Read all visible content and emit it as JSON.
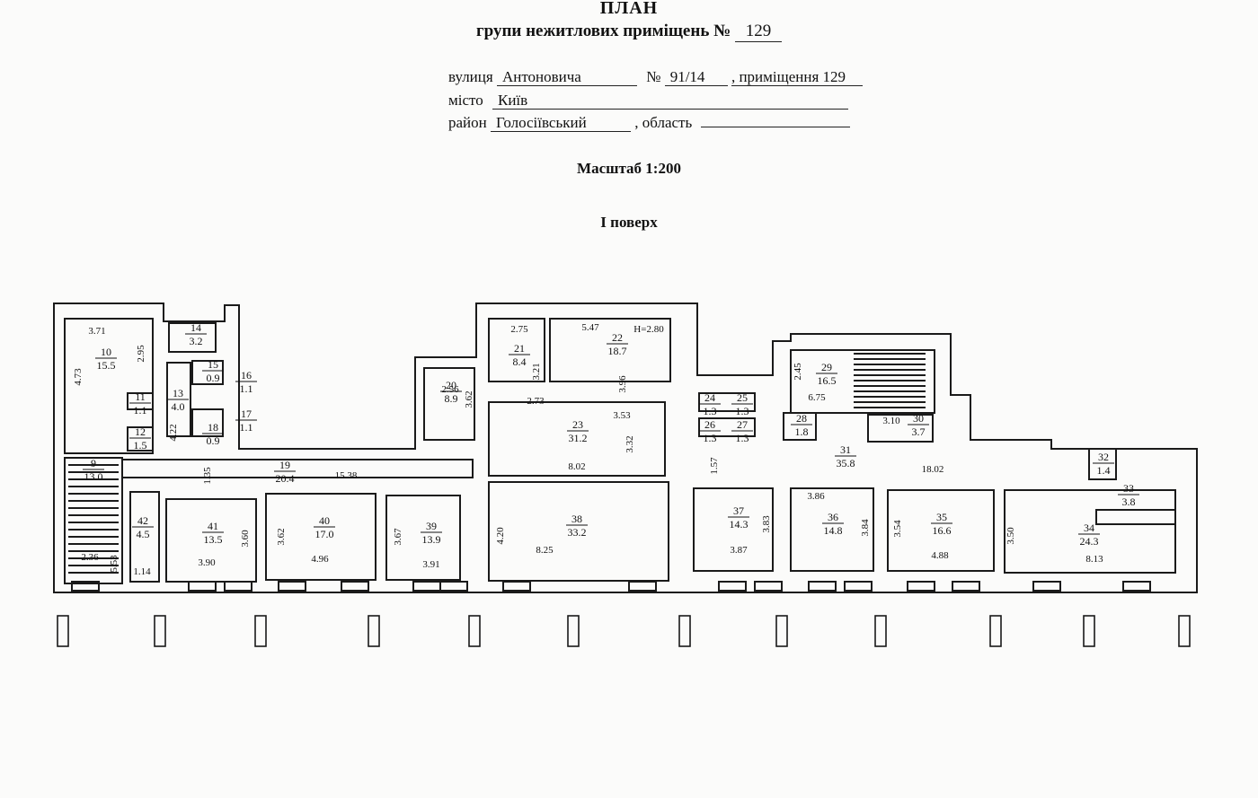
{
  "header": {
    "title": "ПЛАН",
    "subtitle_prefix": "групи нежитлових приміщень №",
    "group_number": "129"
  },
  "address": {
    "street_label": "вулиця",
    "street_value": "Антоновича",
    "number_label": "№",
    "number_value": "91/14",
    "premises_label": ", приміщення 129",
    "city_label": "місто",
    "city_value": "Київ",
    "district_label": "район",
    "district_value": "Голосіївський",
    "region_label": ", область",
    "region_value": ""
  },
  "scale": "Масштаб 1:200",
  "floor": "І поверх",
  "rooms": [
    {
      "no": "10",
      "area": "15.5"
    },
    {
      "no": "14",
      "area": "3.2"
    },
    {
      "no": "15",
      "area": "0.9"
    },
    {
      "no": "16",
      "area": "1.1"
    },
    {
      "no": "13",
      "area": "4.0"
    },
    {
      "no": "17",
      "area": "1.1"
    },
    {
      "no": "18",
      "area": "0.9"
    },
    {
      "no": "11",
      "area": "1.1"
    },
    {
      "no": "12",
      "area": "1.5"
    },
    {
      "no": "9",
      "area": "13.0"
    },
    {
      "no": "19",
      "area": "20.4"
    },
    {
      "no": "42",
      "area": "4.5"
    },
    {
      "no": "41",
      "area": "13.5"
    },
    {
      "no": "40",
      "area": "17.0"
    },
    {
      "no": "39",
      "area": "13.9"
    },
    {
      "no": "20",
      "area": "8.9"
    },
    {
      "no": "21",
      "area": "8.4"
    },
    {
      "no": "22",
      "area": "18.7"
    },
    {
      "no": "23",
      "area": "31.2"
    },
    {
      "no": "38",
      "area": "33.2"
    },
    {
      "no": "24",
      "area": "1.3"
    },
    {
      "no": "25",
      "area": "1.3"
    },
    {
      "no": "26",
      "area": "1.3"
    },
    {
      "no": "27",
      "area": "1.3"
    },
    {
      "no": "28",
      "area": "1.8"
    },
    {
      "no": "29",
      "area": "16.5"
    },
    {
      "no": "30",
      "area": "3.7"
    },
    {
      "no": "31",
      "area": "35.8"
    },
    {
      "no": "32",
      "area": "1.4"
    },
    {
      "no": "33",
      "area": "3.8"
    },
    {
      "no": "37",
      "area": "14.3"
    },
    {
      "no": "36",
      "area": "14.8"
    },
    {
      "no": "35",
      "area": "16.6"
    },
    {
      "no": "34",
      "area": "24.3"
    }
  ],
  "dimensions": [
    "3.71",
    "2.95",
    "4.73",
    "4.22",
    "2.36",
    "5.53",
    "1.14",
    "1.35",
    "15.38",
    "3.60",
    "3.90",
    "3.62",
    "4.96",
    "3.67",
    "3.91",
    "2.56",
    "3.62",
    "2.75",
    "5.47",
    "H=2.80",
    "3.21",
    "2.73",
    "3.96",
    "3.53",
    "3.32",
    "8.02",
    "4.20",
    "8.25",
    "1.57",
    "2.45",
    "6.75",
    "3.10",
    "18.02",
    "3.86",
    "3.83",
    "3.87",
    "3.84",
    "3.54",
    "4.88",
    "3.50",
    "8.13"
  ]
}
